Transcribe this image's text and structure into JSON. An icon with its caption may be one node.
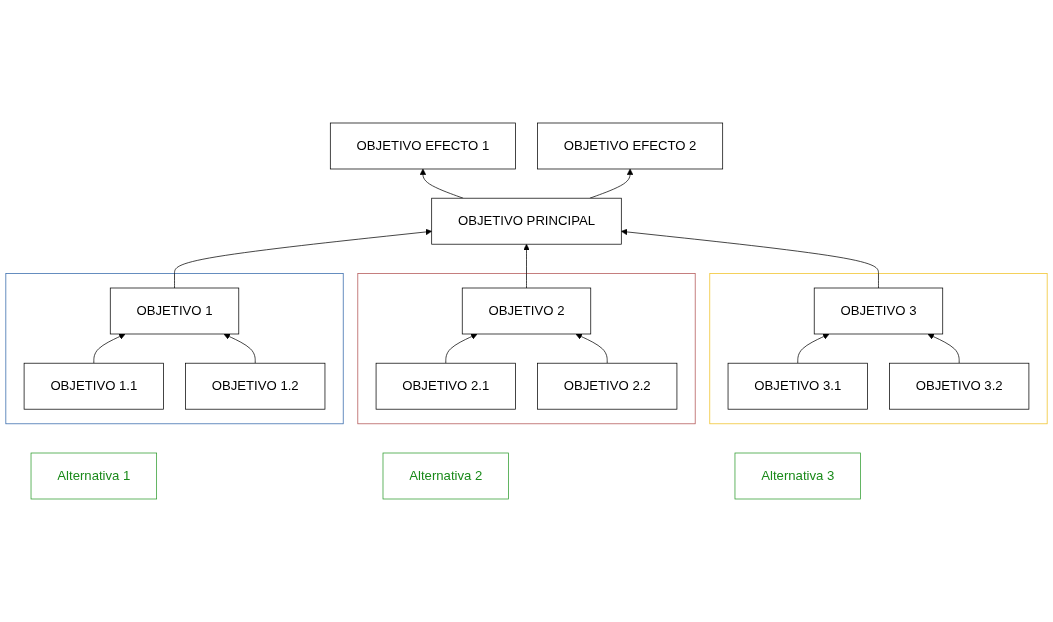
{
  "diagram": {
    "nodes": [
      {
        "text": [
          "OBJETIVO EFECTO 1"
        ]
      },
      {
        "text": [
          "OBJETIVO EFECTO 2"
        ]
      },
      {
        "text": [
          "OBJETIVO PRINCIPAL"
        ]
      },
      {
        "text": [],
        "shape": "box"
      },
      {
        "text": [
          "OBJETIVO 1"
        ],
        "in": 3
      },
      {
        "text": [
          "OBJETIVO 1.1"
        ],
        "in": 3
      },
      {
        "text": [
          "OBJETIVO 1.2"
        ],
        "in": 3
      },
      {
        "text": [],
        "shape": "box"
      },
      {
        "text": [
          "OBJETIVO 2"
        ],
        "in": 7
      },
      {
        "text": [
          "OBJETIVO 2.1"
        ],
        "in": 7
      },
      {
        "text": [
          "OBJETIVO 2.2"
        ],
        "in": 7
      },
      {
        "text": [],
        "shape": "box"
      },
      {
        "text": [
          "OBJETIVO 3"
        ],
        "in": 11
      },
      {
        "text": [
          "OBJETIVO 3.1"
        ],
        "in": 11
      },
      {
        "text": [
          "OBJETIVO 3.2"
        ],
        "in": 11
      },
      {
        "text": [
          "Alternativa 1"
        ]
      },
      {
        "text": [
          "Alternativa 2"
        ]
      },
      {
        "text": [
          "Alternativa 3"
        ]
      }
    ],
    "edges": [
      {
        "from": 2,
        "to": 0,
        "arrow": "to"
      },
      {
        "from": 2,
        "to": 1,
        "arrow": "to"
      },
      {
        "from": 4,
        "to": 2,
        "arrow": "to"
      },
      {
        "from": 8,
        "to": 2,
        "arrow": "to"
      },
      {
        "from": 12,
        "to": 2,
        "arrow": "to"
      },
      {
        "from": 5,
        "to": 4,
        "arrow": "to"
      },
      {
        "from": 6,
        "to": 4,
        "arrow": "to"
      },
      {
        "from": 9,
        "to": 8,
        "arrow": "to"
      },
      {
        "from": 10,
        "to": 8,
        "arrow": "to"
      },
      {
        "from": 13,
        "to": 12,
        "arrow": "to"
      },
      {
        "from": 14,
        "to": 12,
        "arrow": "to"
      }
    ]
  }
}
